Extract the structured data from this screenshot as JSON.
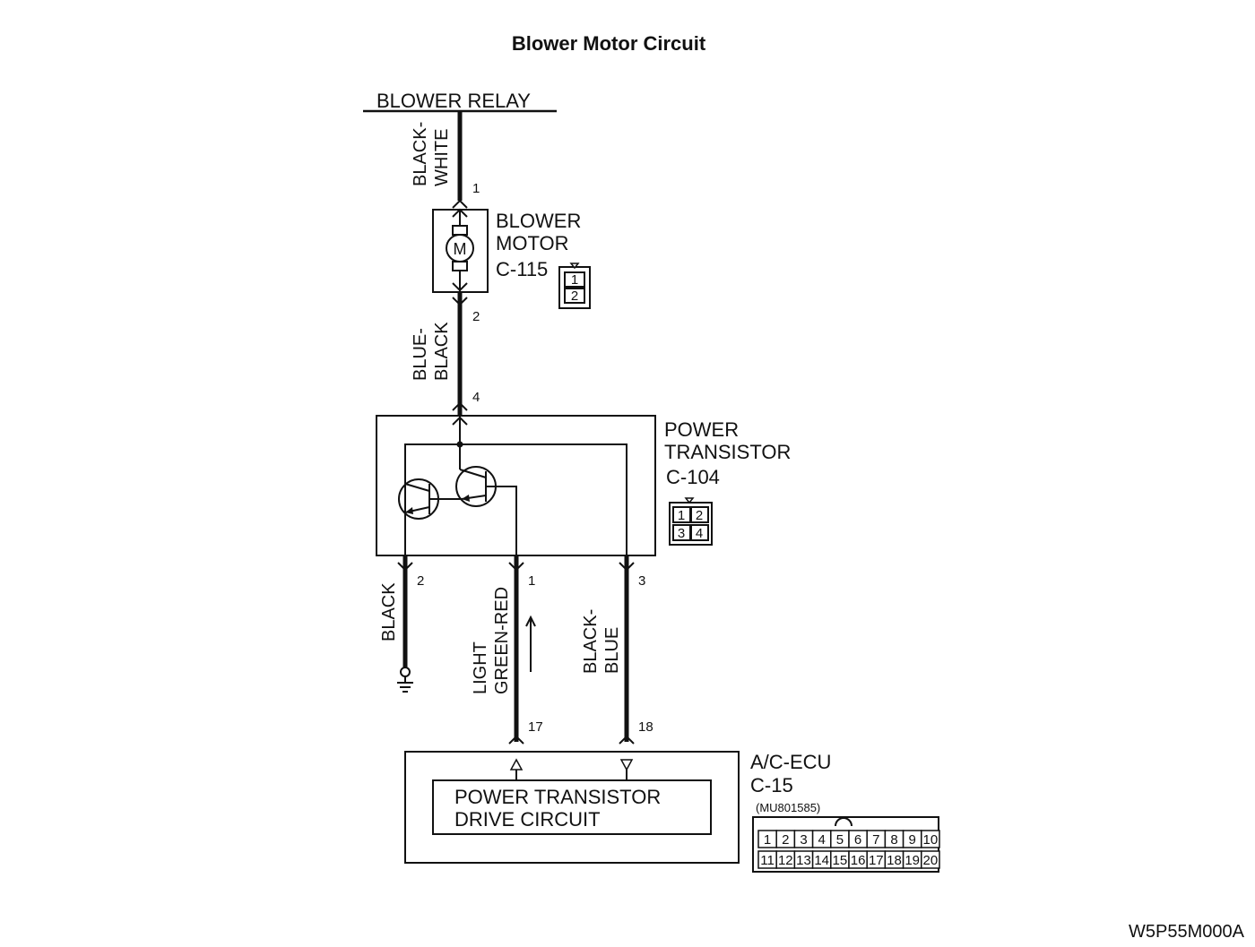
{
  "title": "Blower Motor Circuit",
  "relay": {
    "label": "BLOWER RELAY"
  },
  "wires": {
    "relay_to_motor": {
      "line1": "BLACK-",
      "line2": "WHITE"
    },
    "motor_to_transistor": {
      "line1": "BLUE-",
      "line2": "BLACK"
    },
    "ground": {
      "line1": "BLACK"
    },
    "drive": {
      "line1": "LIGHT",
      "line2": "GREEN-RED"
    },
    "feedback": {
      "line1": "BLACK-",
      "line2": "BLUE"
    }
  },
  "motor": {
    "name_line1": "BLOWER",
    "name_line2": "MOTOR",
    "connector": "C-115",
    "symbol": "M",
    "pin_top": "1",
    "pin_bottom": "2",
    "connector_pins": [
      "1",
      "2"
    ]
  },
  "transistor": {
    "name_line1": "POWER",
    "name_line2": "TRANSISTOR",
    "connector": "C-104",
    "pin_top": "4",
    "pin_ground": "2",
    "pin_drive": "1",
    "pin_feedback": "3",
    "connector_pins": [
      "1",
      "2",
      "3",
      "4"
    ]
  },
  "ecu": {
    "name": "A/C-ECU",
    "connector": "C-15",
    "part_number": "(MU801585)",
    "pin_drive": "17",
    "pin_feedback": "18",
    "circuit_line1": "POWER TRANSISTOR",
    "circuit_line2": "DRIVE CIRCUIT",
    "connector_row1": [
      "1",
      "2",
      "3",
      "4",
      "5",
      "6",
      "7",
      "8",
      "9",
      "10"
    ],
    "connector_row2": [
      "11",
      "12",
      "13",
      "14",
      "15",
      "16",
      "17",
      "18",
      "19",
      "20"
    ]
  },
  "figure_code": "W5P55M000A",
  "icons": {
    "ground": "ground-icon",
    "motor": "motor-icon",
    "transistor": "transistor-icon",
    "current_arrow": "current-direction-arrow-icon"
  }
}
